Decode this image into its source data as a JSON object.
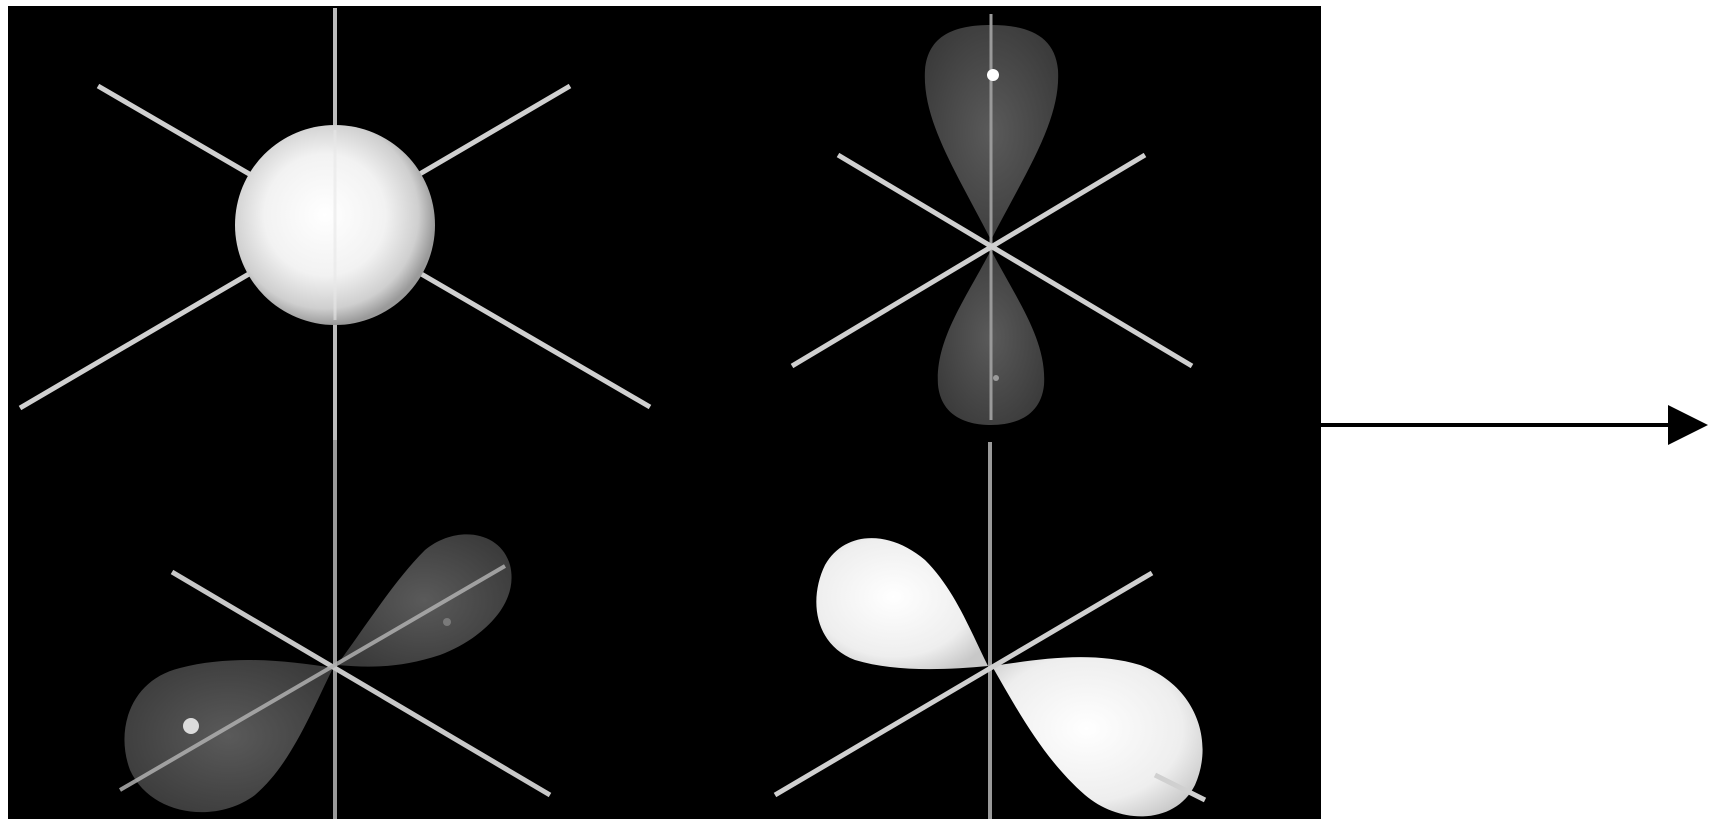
{
  "figure": {
    "background_color": "#ffffff",
    "panel_color": "#000000",
    "axis_color": "#bdbdbd",
    "bright_lobe_color": "#f4f4f4",
    "dim_lobe_color": "#4a4a4a",
    "arrow_color": "#000000"
  },
  "orbitals": [
    {
      "id": "top-left",
      "shape": "sphere",
      "brightness": "bright"
    },
    {
      "id": "top-right",
      "shape": "dumbbell-vertical",
      "brightness": "dim"
    },
    {
      "id": "bottom-left",
      "shape": "dumbbell-diagonal-rising",
      "brightness": "dim"
    },
    {
      "id": "bottom-right",
      "shape": "dumbbell-diagonal-falling",
      "brightness": "bright"
    }
  ],
  "arrow": {
    "direction": "right"
  }
}
